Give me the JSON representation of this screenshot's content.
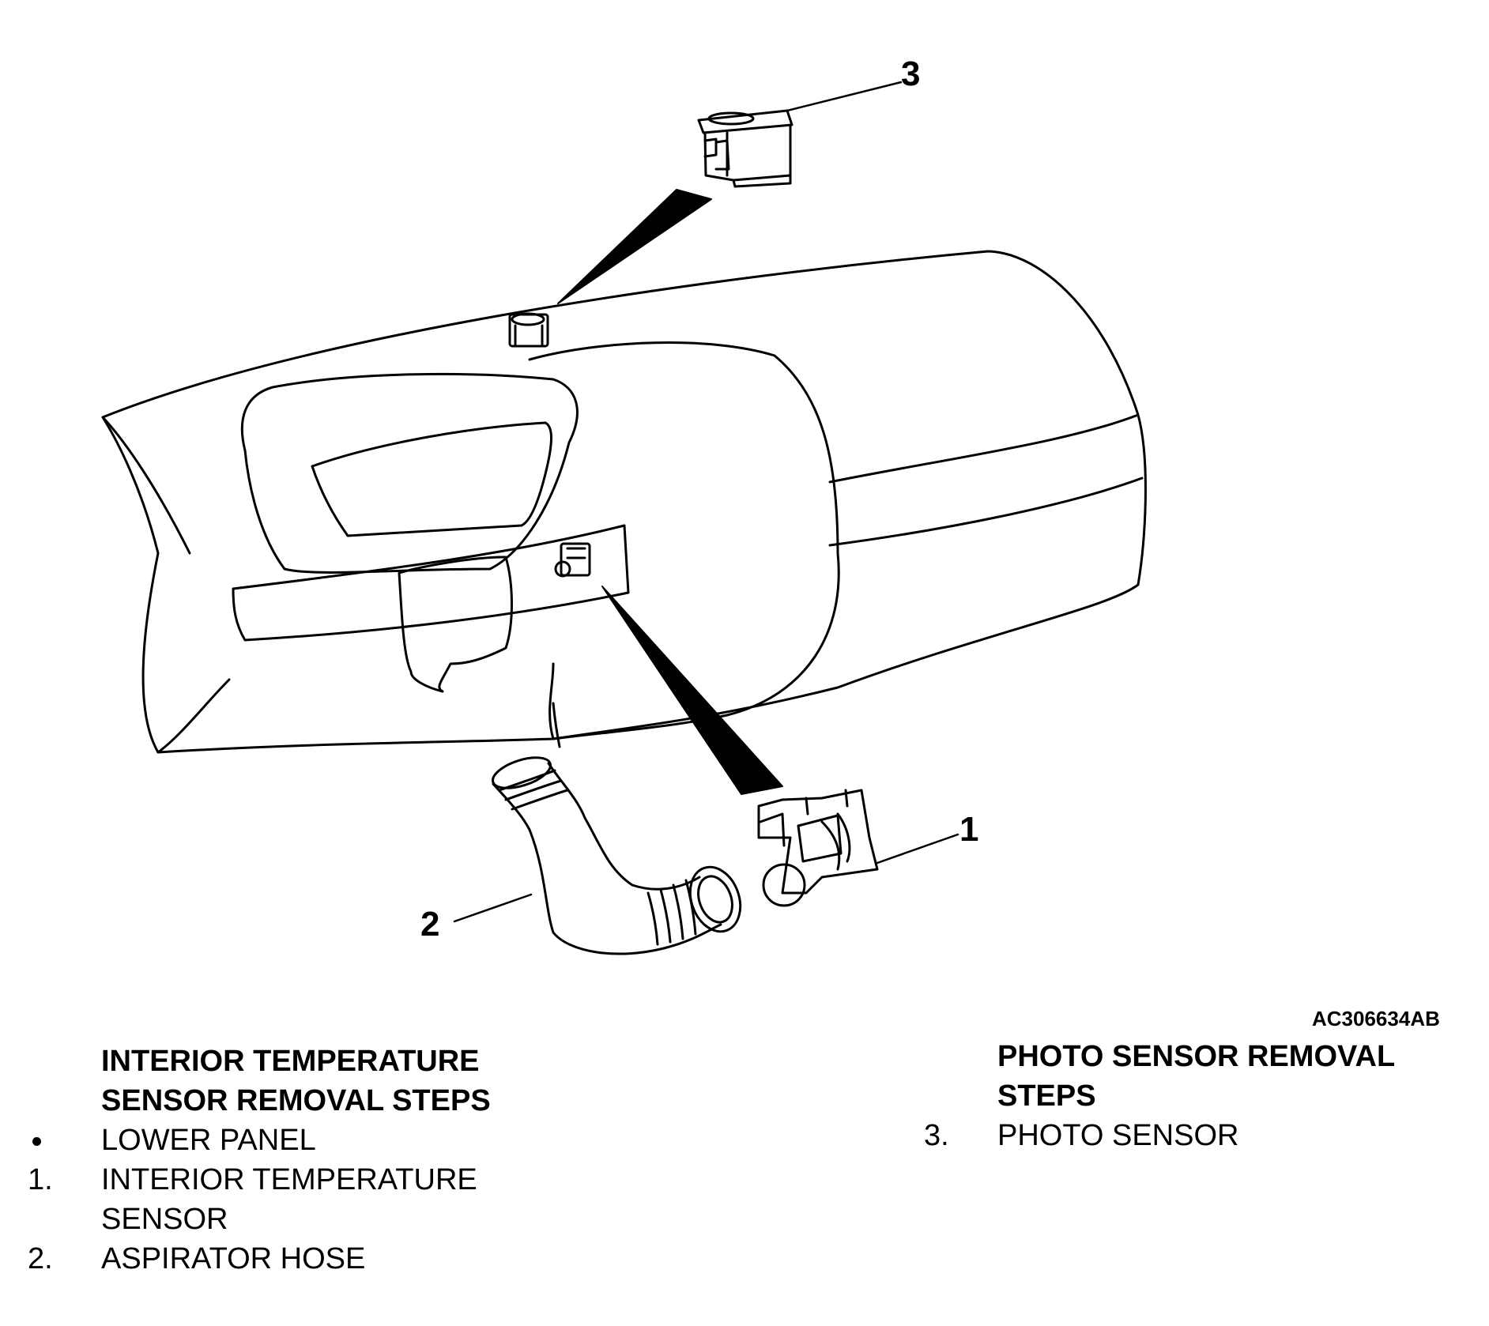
{
  "figure": {
    "callouts": [
      "1",
      "2",
      "3"
    ],
    "figure_id": "AC306634AB",
    "parts": [
      "dashboard-icon",
      "photo-sensor-icon",
      "interior-temperature-sensor-icon",
      "aspirator-hose-icon"
    ]
  },
  "interior_section": {
    "heading_line1": "INTERIOR TEMPERATURE",
    "heading_line2": "SENSOR REMOVAL STEPS",
    "steps": [
      {
        "marker": "•",
        "text": "LOWER PANEL"
      },
      {
        "marker": "1.",
        "text_line1": "INTERIOR TEMPERATURE",
        "text_line2": "SENSOR"
      },
      {
        "marker": "2.",
        "text": "ASPIRATOR HOSE"
      }
    ]
  },
  "photo_section": {
    "heading_line1": "PHOTO SENSOR REMOVAL",
    "heading_line2": "STEPS",
    "steps": [
      {
        "marker": "3.",
        "text": "PHOTO SENSOR"
      }
    ]
  }
}
